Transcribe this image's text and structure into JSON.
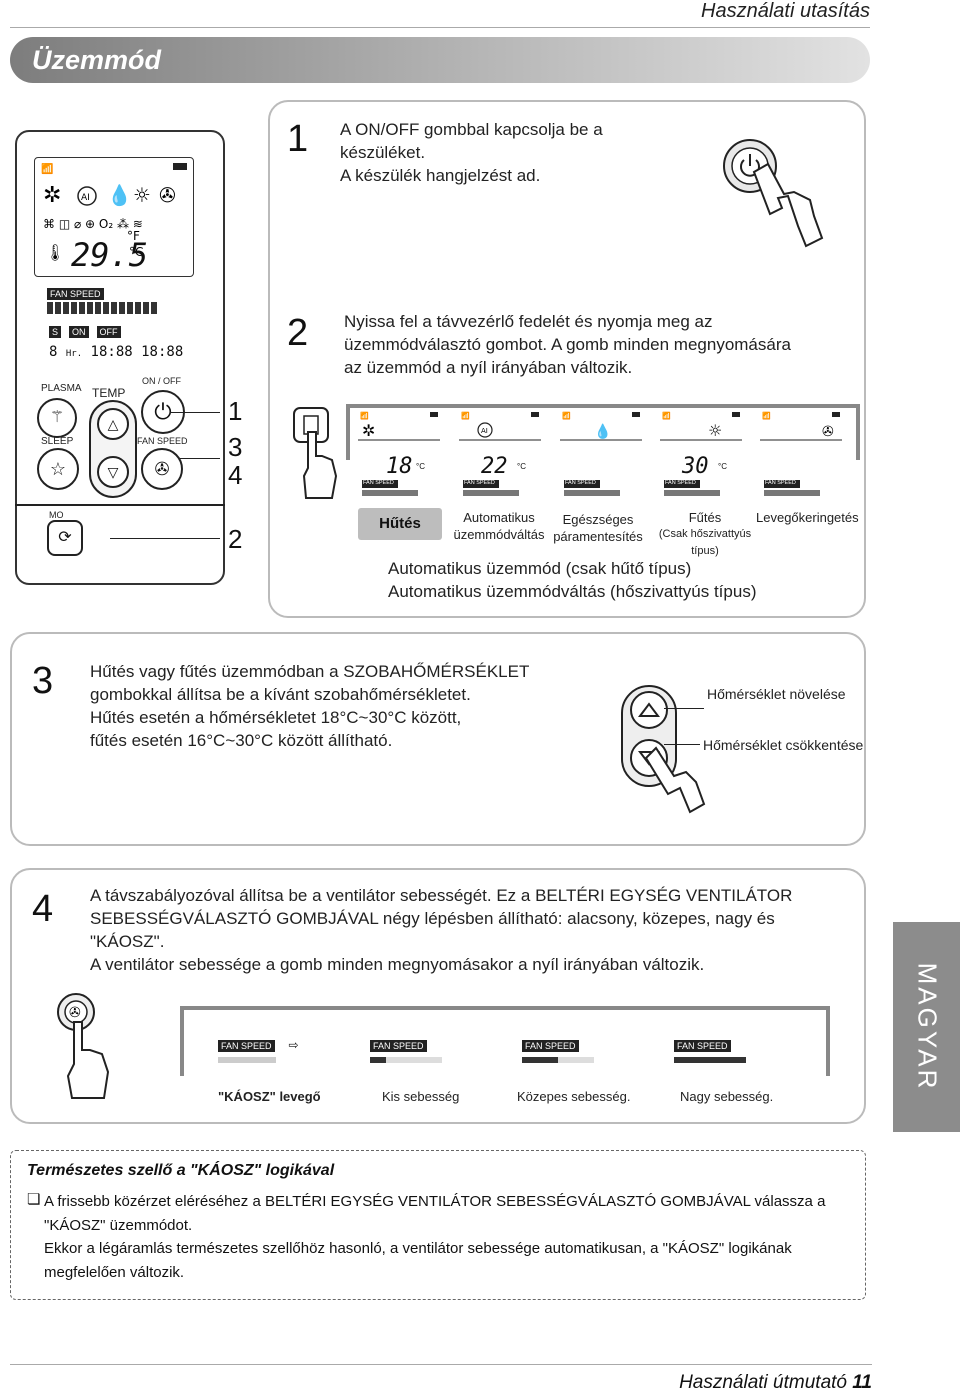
{
  "header": {
    "title": "Használati utasítás"
  },
  "section": {
    "title": "Üzemmód"
  },
  "remote": {
    "lcd_temp": "29.5",
    "fan_speed": "FAN SPEED",
    "on": "ON",
    "off": "OFF",
    "s": "S",
    "hr": "Hr.",
    "plasma": "PLASMA",
    "temp": "TEMP",
    "on_off": "ON / OFF",
    "sleep": "SLEEP",
    "fan_speed_btn": "FAN SPEED",
    "mode": "MO",
    "callouts": [
      "1",
      "3",
      "4",
      "2"
    ]
  },
  "step1": {
    "number": "1",
    "lines": [
      "A ON/OFF gombbal kapcsolja be a",
      "készüléket.",
      "A készülék hangjelzést ad."
    ]
  },
  "step2": {
    "number": "2",
    "lines": [
      "Nyissa fel a távvezérlő fedelét és nyomja meg az",
      "üzemmódválasztó gombot. A gomb minden megnyomására",
      "az üzemmód a nyíl irányában változik."
    ],
    "modes": [
      {
        "label": "Hűtés",
        "temp": "18"
      },
      {
        "label_lines": [
          "Automatikus",
          "üzemmódváltás"
        ],
        "temp": "22"
      },
      {
        "label_lines": [
          "Egészséges",
          "páramentesítés"
        ],
        "temp": ""
      },
      {
        "label_lines": [
          "Fűtés",
          "(Csak hőszivattyús típus)"
        ],
        "temp": "30"
      },
      {
        "label_lines": [
          "Levegőkeringetés"
        ],
        "temp": ""
      }
    ],
    "unit": "°C",
    "fan_speed": "FAN SPEED",
    "notes": [
      "Automatikus üzemmód (csak hűtő típus)",
      "Automatikus üzemmódváltás (hőszivattyús típus)"
    ]
  },
  "step3": {
    "number": "3",
    "lines": [
      "Hűtés vagy fűtés üzemmódban a SZOBAHŐMÉRSÉKLET",
      "gombokkal állítsa be a kívánt szobahőmérsékletet.",
      "Hűtés esetén a hőmérsékletet 18°C~30°C között,",
      "fűtés esetén 16°C~30°C között állítható."
    ],
    "increase": "Hőmérséklet növelése",
    "decrease": "Hőmérséklet csökkentése"
  },
  "step4": {
    "number": "4",
    "lines": [
      "A távszabályozóval állítsa be a ventilátor sebességét. Ez a BELTÉRI EGYSÉG VENTILÁTOR",
      "SEBESSÉGVÁLASZTÓ GOMBJÁVAL négy lépésben állítható: alacsony, közepes, nagy és",
      "\"KÁOSZ\".",
      "A ventilátor sebessége a gomb minden megnyomásakor a nyíl irányában változik."
    ],
    "fan_speed": "FAN SPEED",
    "speeds": [
      "\"KÁOSZ\" levegő",
      "Kis sebesség",
      "Közepes sebesség.",
      "Nagy sebesség."
    ]
  },
  "note": {
    "title": "Természetes szellő a \"KÁOSZ\" logikával",
    "bullet": "❏",
    "lines": [
      "A frissebb közérzet eléréséhez a BELTÉRI EGYSÉG VENTILÁTOR SEBESSÉGVÁLASZTÓ GOMBJÁVAL válassza a",
      "\"KÁOSZ\" üzemmódot.",
      "Ekkor a légáramlás természetes szellőhöz hasonló, a ventilátor sebessége automatikusan, a \"KÁOSZ\" logikának",
      "megfelelően változik."
    ]
  },
  "side_tab": {
    "label": "MAGYAR"
  },
  "footer": {
    "text": "Használati útmutató",
    "page": "11"
  }
}
